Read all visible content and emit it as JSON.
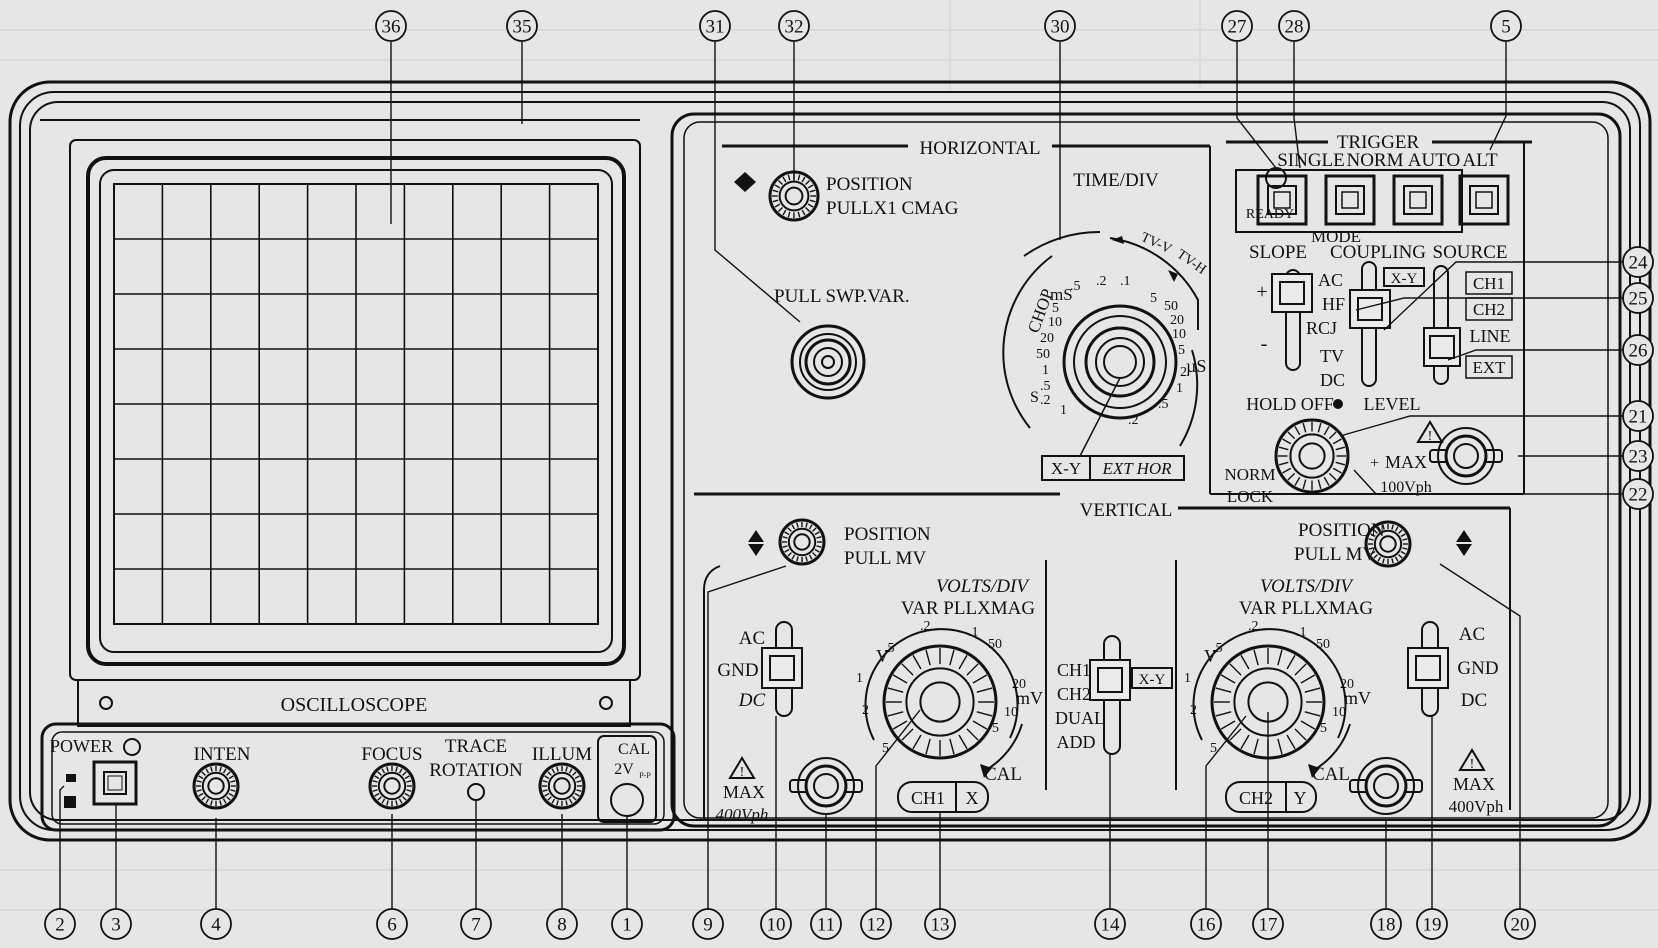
{
  "screen": {
    "label": "OSCILLOSCOPE"
  },
  "bottom_left": {
    "power": "POWER",
    "inten": "INTEN",
    "focus": "FOCUS",
    "trace_rotation": [
      "TRACE",
      "ROTATION"
    ],
    "illum": "ILLUM",
    "cal": [
      "CAL",
      "2V",
      "P-P"
    ]
  },
  "horizontal": {
    "title": "HORIZONTAL",
    "position": [
      "POSITION",
      "PULLX1 CMAG"
    ],
    "pull_swp_var": "PULL SWP.VAR.",
    "time_div": "TIME/DIV",
    "ms_left": [
      "CHOP",
      "mS",
      "5",
      "10",
      "20",
      "50",
      "1",
      ".5",
      ".2",
      "S",
      "1"
    ],
    "ms_top": [
      ".5",
      ".2",
      ".1",
      "5"
    ],
    "tv_labels": [
      "TV-V",
      "TV-H"
    ],
    "us_right": [
      "50",
      "20",
      "10",
      "5",
      "2",
      "1",
      ".5",
      ".2",
      "µS"
    ],
    "xy_ext": [
      "X-Y",
      "EXT HOR"
    ]
  },
  "trigger": {
    "title": "TRIGGER",
    "modes": [
      "SINGLE",
      "NORM",
      "AUTO",
      "ALT"
    ],
    "ready": "READY",
    "mode_label": "MODE",
    "headers": [
      "SLOPE",
      "COUPLING",
      "SOURCE"
    ],
    "slope": [
      "+",
      "-"
    ],
    "coupling": [
      "AC",
      "HF",
      "RCJ",
      "TV",
      "DC"
    ],
    "xy": "X-Y",
    "source": [
      "CH1",
      "CH2",
      "LINE",
      "EXT"
    ],
    "hold_off": "HOLD OFF",
    "level": "LEVEL",
    "norm_lock": [
      "NORM",
      "LOCK"
    ],
    "max": [
      "MAX",
      "100Vph"
    ],
    "warning": "!"
  },
  "vertical": {
    "title": "VERTICAL",
    "position_left": [
      "POSITION",
      "PULL MV"
    ],
    "position_right": [
      "POSITION",
      "PULL MV"
    ],
    "volts_div": [
      "VOLTS/DIV",
      "VAR PLLXMAG"
    ],
    "ch1_coupling": [
      "AC",
      "GND",
      "DC"
    ],
    "ch2_coupling": [
      "AC",
      "GND",
      "DC"
    ],
    "mode": [
      "CH1",
      "CH2",
      "DUAL",
      "ADD"
    ],
    "xy": "X-Y",
    "dial_left": [
      "V",
      ".5",
      ".2",
      ".1",
      "50",
      "20",
      "mV",
      "10",
      "5",
      "1",
      "2",
      "5"
    ],
    "cal": "CAL",
    "ch1_x": [
      "CH1",
      "X"
    ],
    "ch2_y": [
      "CH2",
      "Y"
    ],
    "max_left": [
      "MAX",
      "400Vph"
    ],
    "max_right": [
      "MAX",
      "400Vph"
    ]
  },
  "callouts": {
    "top": [
      "36",
      "35",
      "31",
      "32",
      "30",
      "27",
      "28",
      "5"
    ],
    "right": [
      "24",
      "25",
      "26",
      "21",
      "23",
      "22"
    ],
    "bottom": [
      "2",
      "3",
      "4",
      "6",
      "7",
      "8",
      "1",
      "9",
      "10",
      "11",
      "12",
      "13",
      "14",
      "16",
      "17",
      "18",
      "19",
      "20"
    ]
  }
}
